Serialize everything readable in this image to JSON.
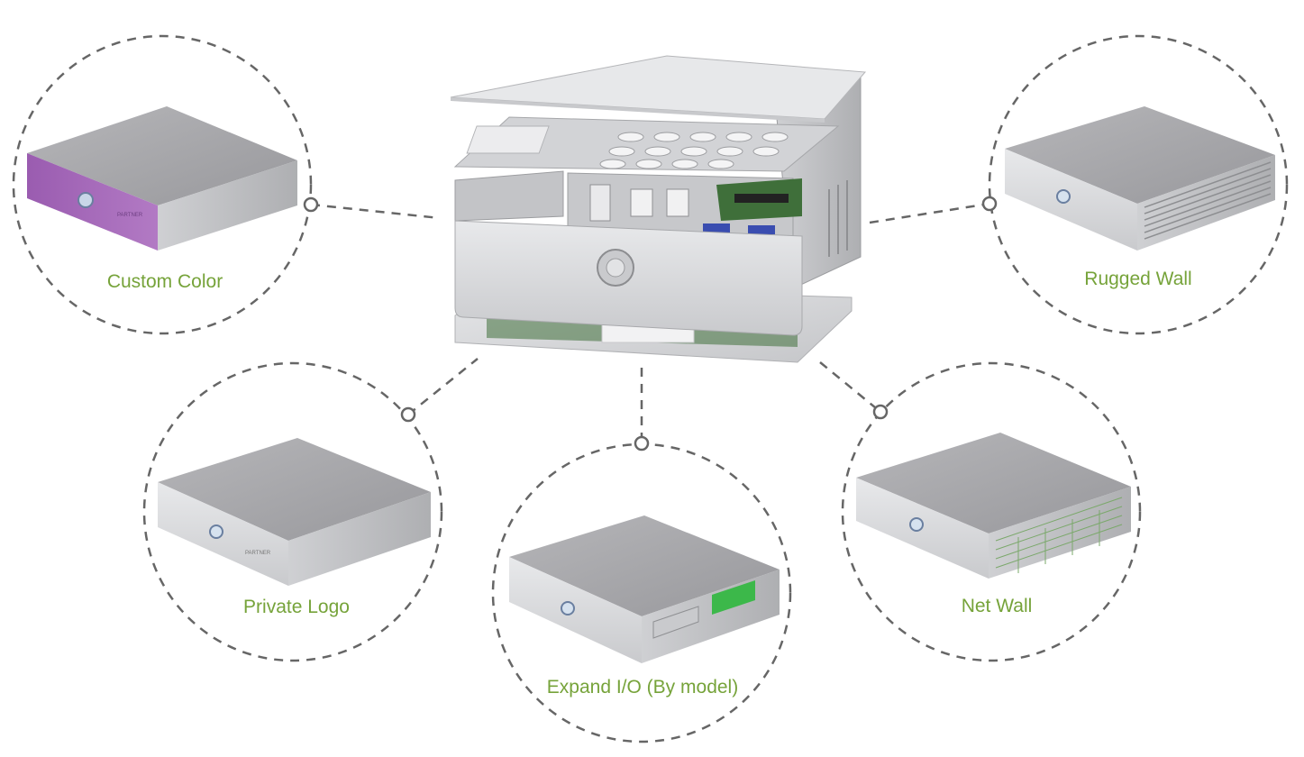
{
  "options": [
    {
      "id": "custom-color",
      "label": "Custom Color",
      "front_color": "#9a5cb0"
    },
    {
      "id": "rugged-wall",
      "label": "Rugged Wall"
    },
    {
      "id": "private-logo",
      "label": "Private Logo"
    },
    {
      "id": "expand-io",
      "label": "Expand I/O (By model)",
      "io_accent": "#3cb84a"
    },
    {
      "id": "net-wall",
      "label": "Net Wall"
    }
  ],
  "colors": {
    "caption": "#76a33a",
    "dash": "#666666",
    "case_top": "#a3a3a6",
    "case_front": "#d7d8da",
    "case_side": "#bfc0c3",
    "board_green": "#3f6f3a"
  }
}
